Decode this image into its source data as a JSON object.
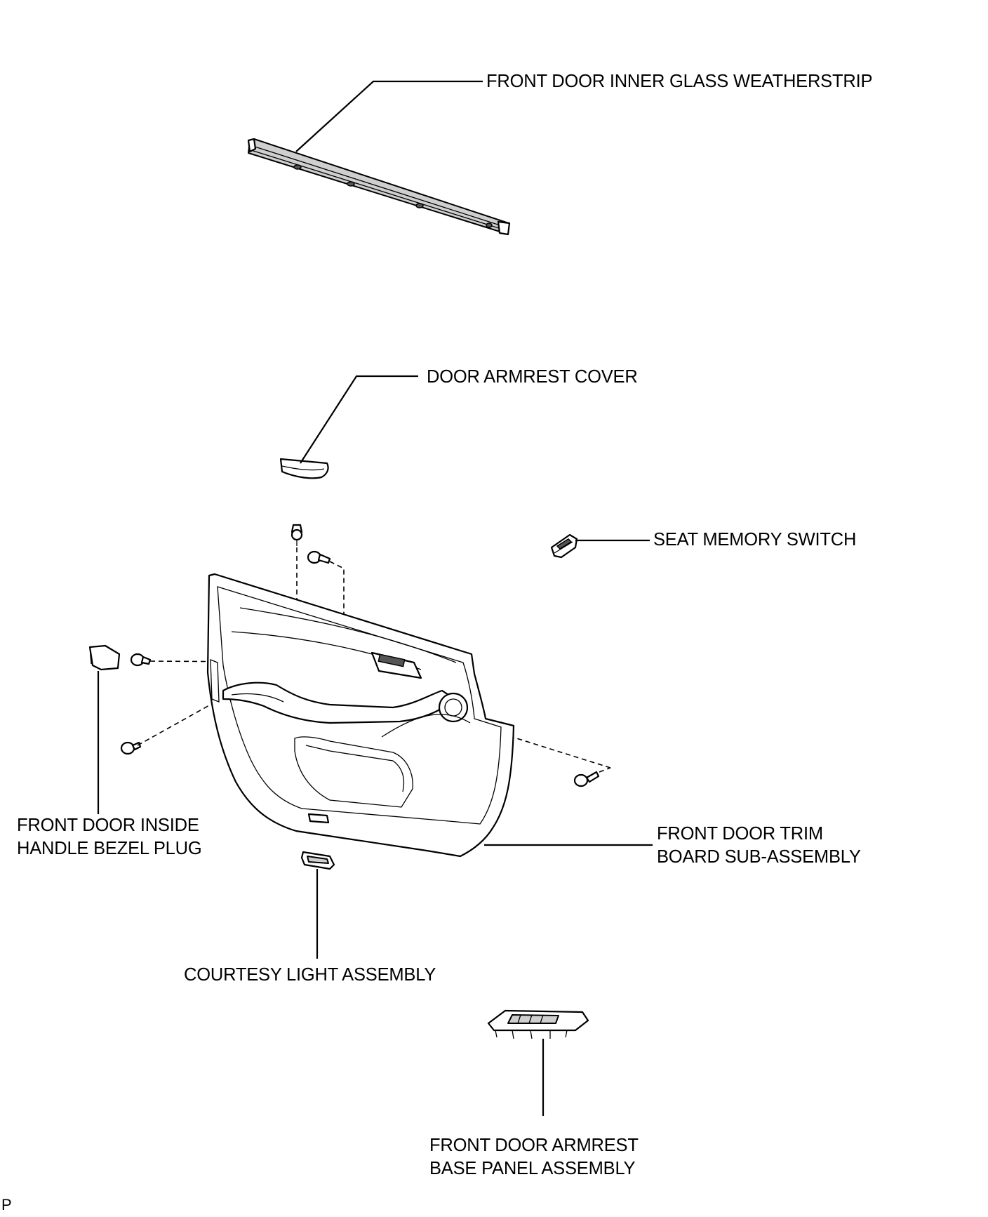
{
  "labels": {
    "inner_glass_weatherstrip": "FRONT DOOR INNER GLASS WEATHERSTRIP",
    "armrest_cover": "DOOR ARMREST COVER",
    "seat_memory_switch": "SEAT MEMORY SWITCH",
    "inside_handle_bezel_plug": [
      "FRONT DOOR INSIDE",
      "HANDLE BEZEL PLUG"
    ],
    "trim_board": [
      "FRONT DOOR TRIM",
      "BOARD SUB-ASSEMBLY"
    ],
    "courtesy_light": "COURTESY LIGHT ASSEMBLY",
    "armrest_base_panel": [
      "FRONT DOOR ARMREST",
      "BASE PANEL ASSEMBLY"
    ]
  },
  "corner_mark": "P"
}
